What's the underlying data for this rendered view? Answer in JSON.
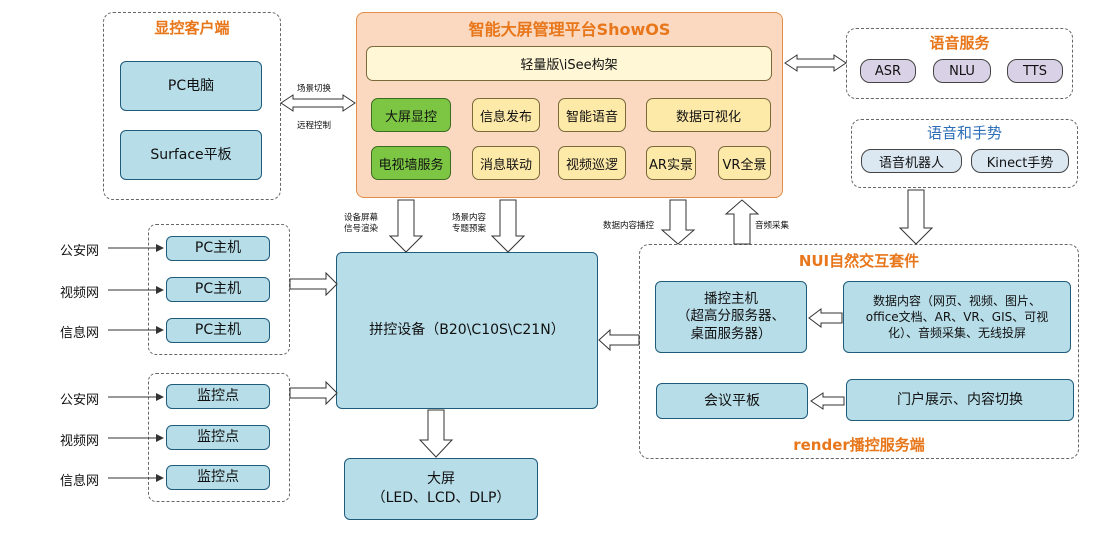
{
  "client": {
    "title": "显控客户端",
    "pc": "PC电脑",
    "surface": "Surface平板"
  },
  "platform": {
    "title": "智能大屏管理平台ShowOS",
    "framework": "轻量版\\iSee构架",
    "modules": [
      "大屏显控",
      "信息发布",
      "智能语音",
      "数据可视化",
      "电视墙服务",
      "消息联动",
      "视频巡逻",
      "AR实景",
      "VR全景"
    ]
  },
  "voice_service": {
    "title": "语音服务",
    "items": [
      "ASR",
      "NLU",
      "TTS"
    ]
  },
  "voice_gesture": {
    "title": "语音和手势",
    "items": [
      "语音机器人",
      "Kinect手势"
    ]
  },
  "arrow_labels": {
    "scene_switch": "场景切换",
    "remote_control": "远程控制",
    "device_screen": [
      "设备屏幕",
      "信号渲染"
    ],
    "scene_content": [
      "场景内容",
      "专题预案"
    ],
    "data_content": "数据内容播控",
    "audio_capture": "音频采集"
  },
  "hosts": {
    "networks": [
      "公安网",
      "视频网",
      "信息网"
    ],
    "label": "PC主机"
  },
  "monitors": {
    "networks": [
      "公安网",
      "视频网",
      "信息网"
    ],
    "label": "监控点"
  },
  "splicer": "拼控设备（B20\\C10S\\C21N）",
  "screen": {
    "line1": "大屏",
    "line2": "（LED、LCD、DLP）"
  },
  "nui": {
    "title": "NUI自然交互套件",
    "host": [
      "播控主机",
      "（超高分服务器、",
      "桌面服务器）"
    ],
    "content": [
      "数据内容（网页、视频、图片、",
      "office文档、AR、VR、GIS、可视",
      "化）、音频采集、无线投屏"
    ],
    "tablet": "会议平板",
    "portal": "门户展示、内容切换",
    "footer": "render播控服务端"
  },
  "colors": {
    "orange": "#e8761a",
    "platform_bg": "#fbd9c0",
    "blue_box": "#b7dde8",
    "yellow": "#fde9a8",
    "green": "#7cc644",
    "purple": "#d9d2e6"
  }
}
